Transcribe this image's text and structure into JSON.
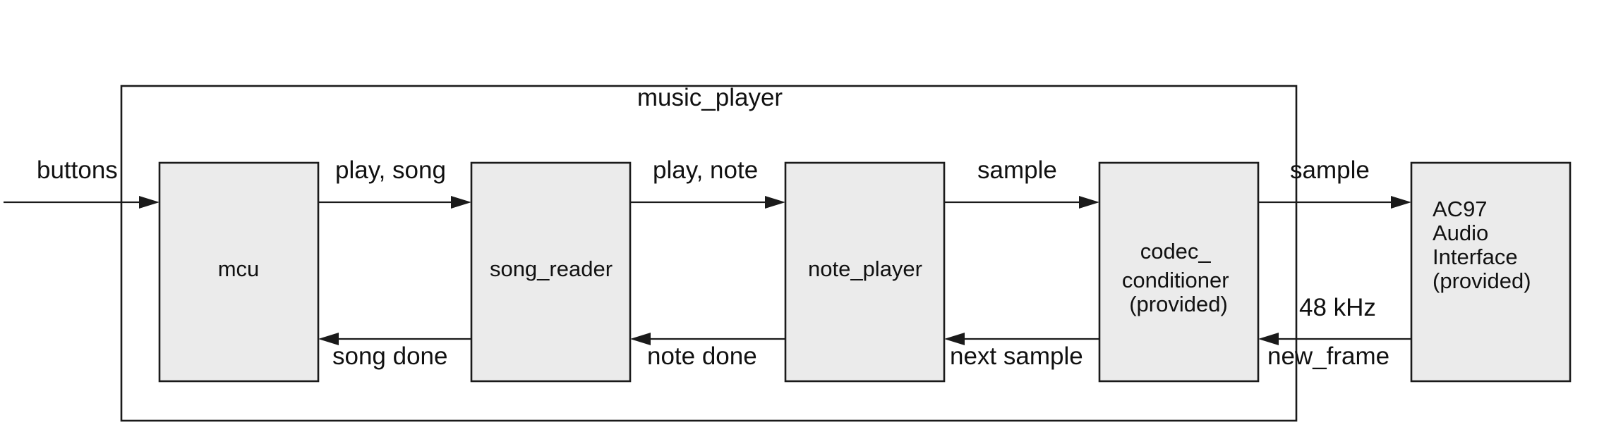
{
  "container": {
    "label": "music_player"
  },
  "blocks": {
    "mcu": [
      "mcu"
    ],
    "song_reader": [
      "song_reader"
    ],
    "note_player": [
      "note_player"
    ],
    "codec": [
      "codec_",
      "conditioner",
      "(provided)"
    ],
    "ac97": [
      "AC97",
      "Audio",
      "Interface",
      "(provided)"
    ]
  },
  "signals": {
    "buttons": "buttons",
    "play_song": "play, song",
    "song_done": "song done",
    "play_note": "play, note",
    "note_done": "note done",
    "sample_in": "sample",
    "next_sample": "next sample",
    "sample_out": "sample",
    "rate": "48 kHz",
    "new_frame": "new_frame"
  },
  "colors": {
    "block_fill": "#ebebeb",
    "stroke": "#1a1a1a",
    "background": "#ffffff"
  }
}
